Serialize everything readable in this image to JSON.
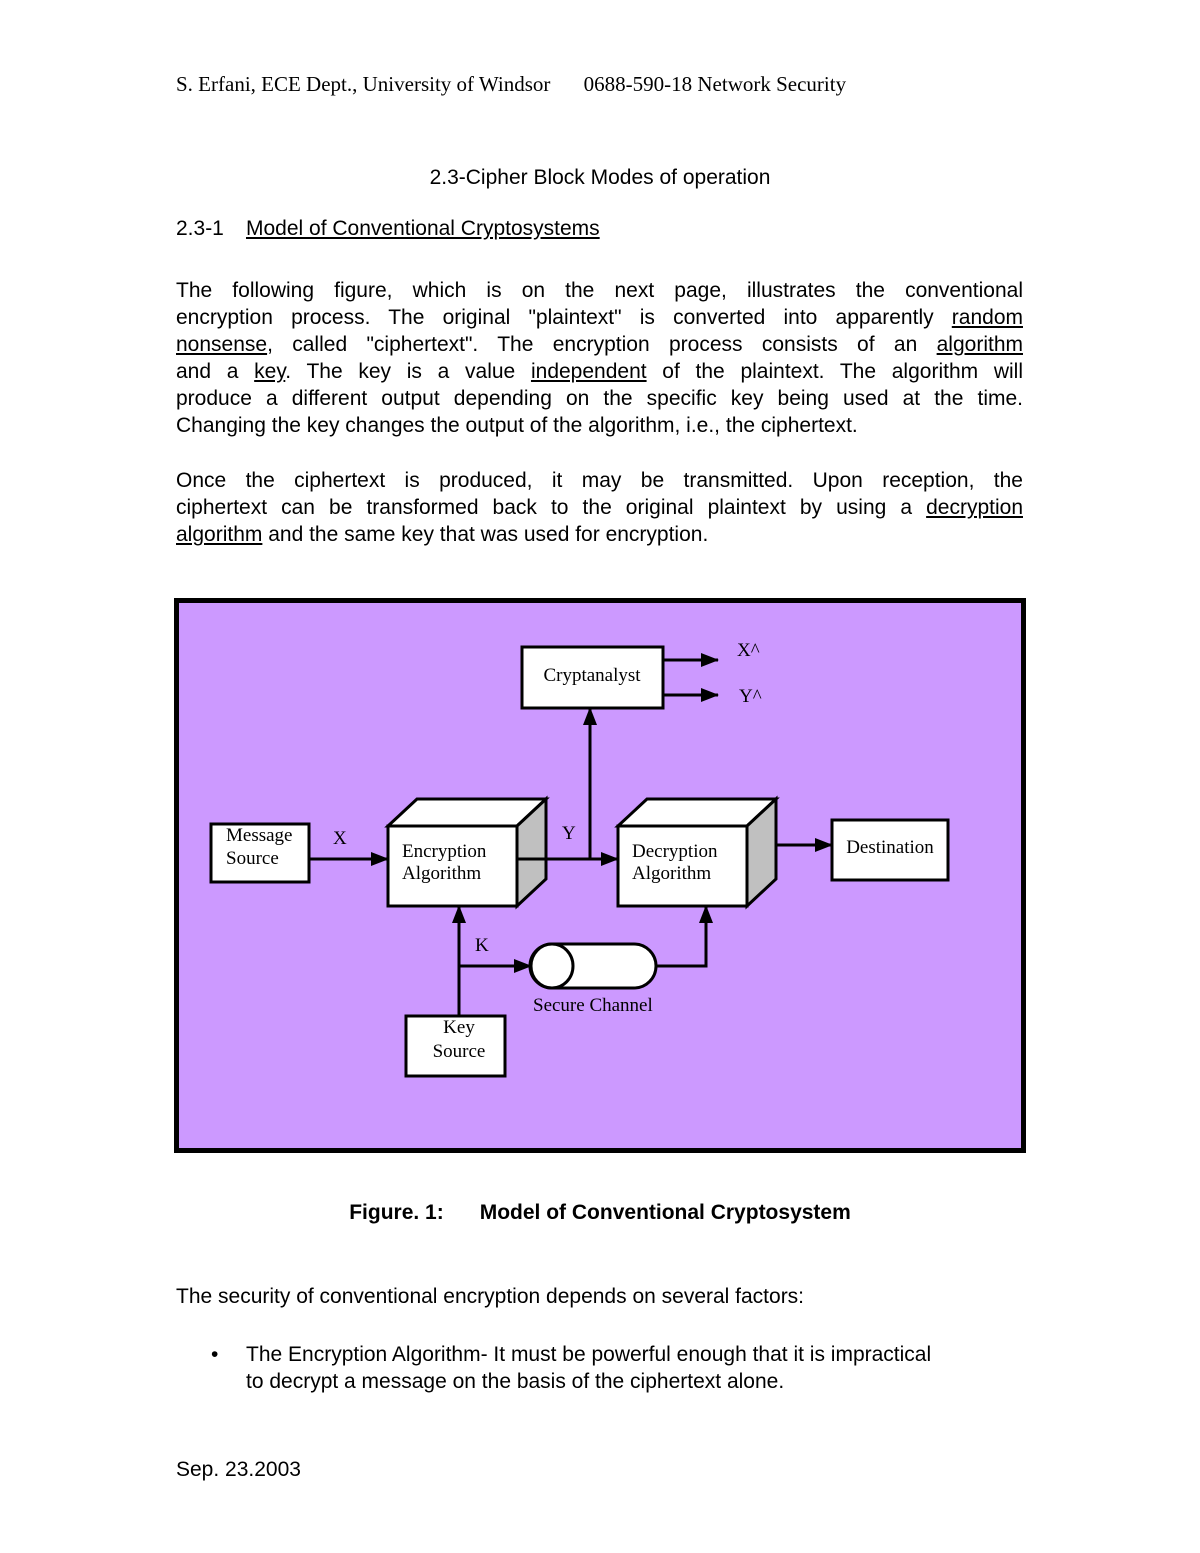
{
  "header": {
    "author": "S. Erfani, ECE Dept., University of Windsor",
    "course": "0688-590-18 Network Security"
  },
  "section_title": "2.3-Cipher Block Modes of operation",
  "subsection": {
    "number": "2.3-1",
    "title": "Model of Conventional Cryptosystems"
  },
  "para1": {
    "l1": "The following figure, which is on the next page, illustrates the conventional",
    "l2a": "encryption process. The original \"plaintext\" is converted into apparently ",
    "l2u": "random",
    "l3u": "nonsense",
    "l3b": ", called \"ciphertext\". The encryption process consists of an ",
    "l3u2": "algorithm",
    "l4a": "and a ",
    "l4u": "key",
    "l4b": ". The key is a value ",
    "l4u2": "independent",
    "l4c": " of the plaintext. The algorithm will",
    "l5": "produce a different output depending on the specific key being used at the time.",
    "l6": "Changing the key changes the output of the algorithm, i.e., the ciphertext."
  },
  "para2": {
    "l1": "Once the ciphertext is produced, it may be transmitted. Upon reception, the",
    "l2a": "ciphertext can be transformed back to the original plaintext by using a ",
    "l2u": "decryption",
    "l3u": "algorithm",
    "l3b": " and the same key that was used for encryption."
  },
  "diagram": {
    "colors": {
      "background": "#cc99ff",
      "box": "#ffffff",
      "side": "#c0c0c0",
      "line": "#000000"
    },
    "cryptanalyst": "Cryptanalyst",
    "x_hat": "X^",
    "y_hat": "Y^",
    "message_source": [
      "Message",
      "Source"
    ],
    "encryption": [
      "Encryption",
      "Algorithm"
    ],
    "decryption": [
      "Decryption",
      "Algorithm"
    ],
    "destination": "Destination",
    "label_x": "X",
    "label_y": "Y",
    "label_k": "K",
    "secure_channel": "Secure Channel",
    "key_source": [
      "Key",
      "Source"
    ]
  },
  "caption": {
    "number": "Figure. 1:",
    "title": "Model of Conventional Cryptosystem"
  },
  "factors_intro": "The security of conventional encryption depends on several factors:",
  "bullet": {
    "symbol": "•",
    "l1": "The Encryption Algorithm- It must be powerful enough that it is impractical",
    "l2": "to decrypt a message on the basis of the ciphertext alone."
  },
  "footer": "Sep. 23.2003"
}
